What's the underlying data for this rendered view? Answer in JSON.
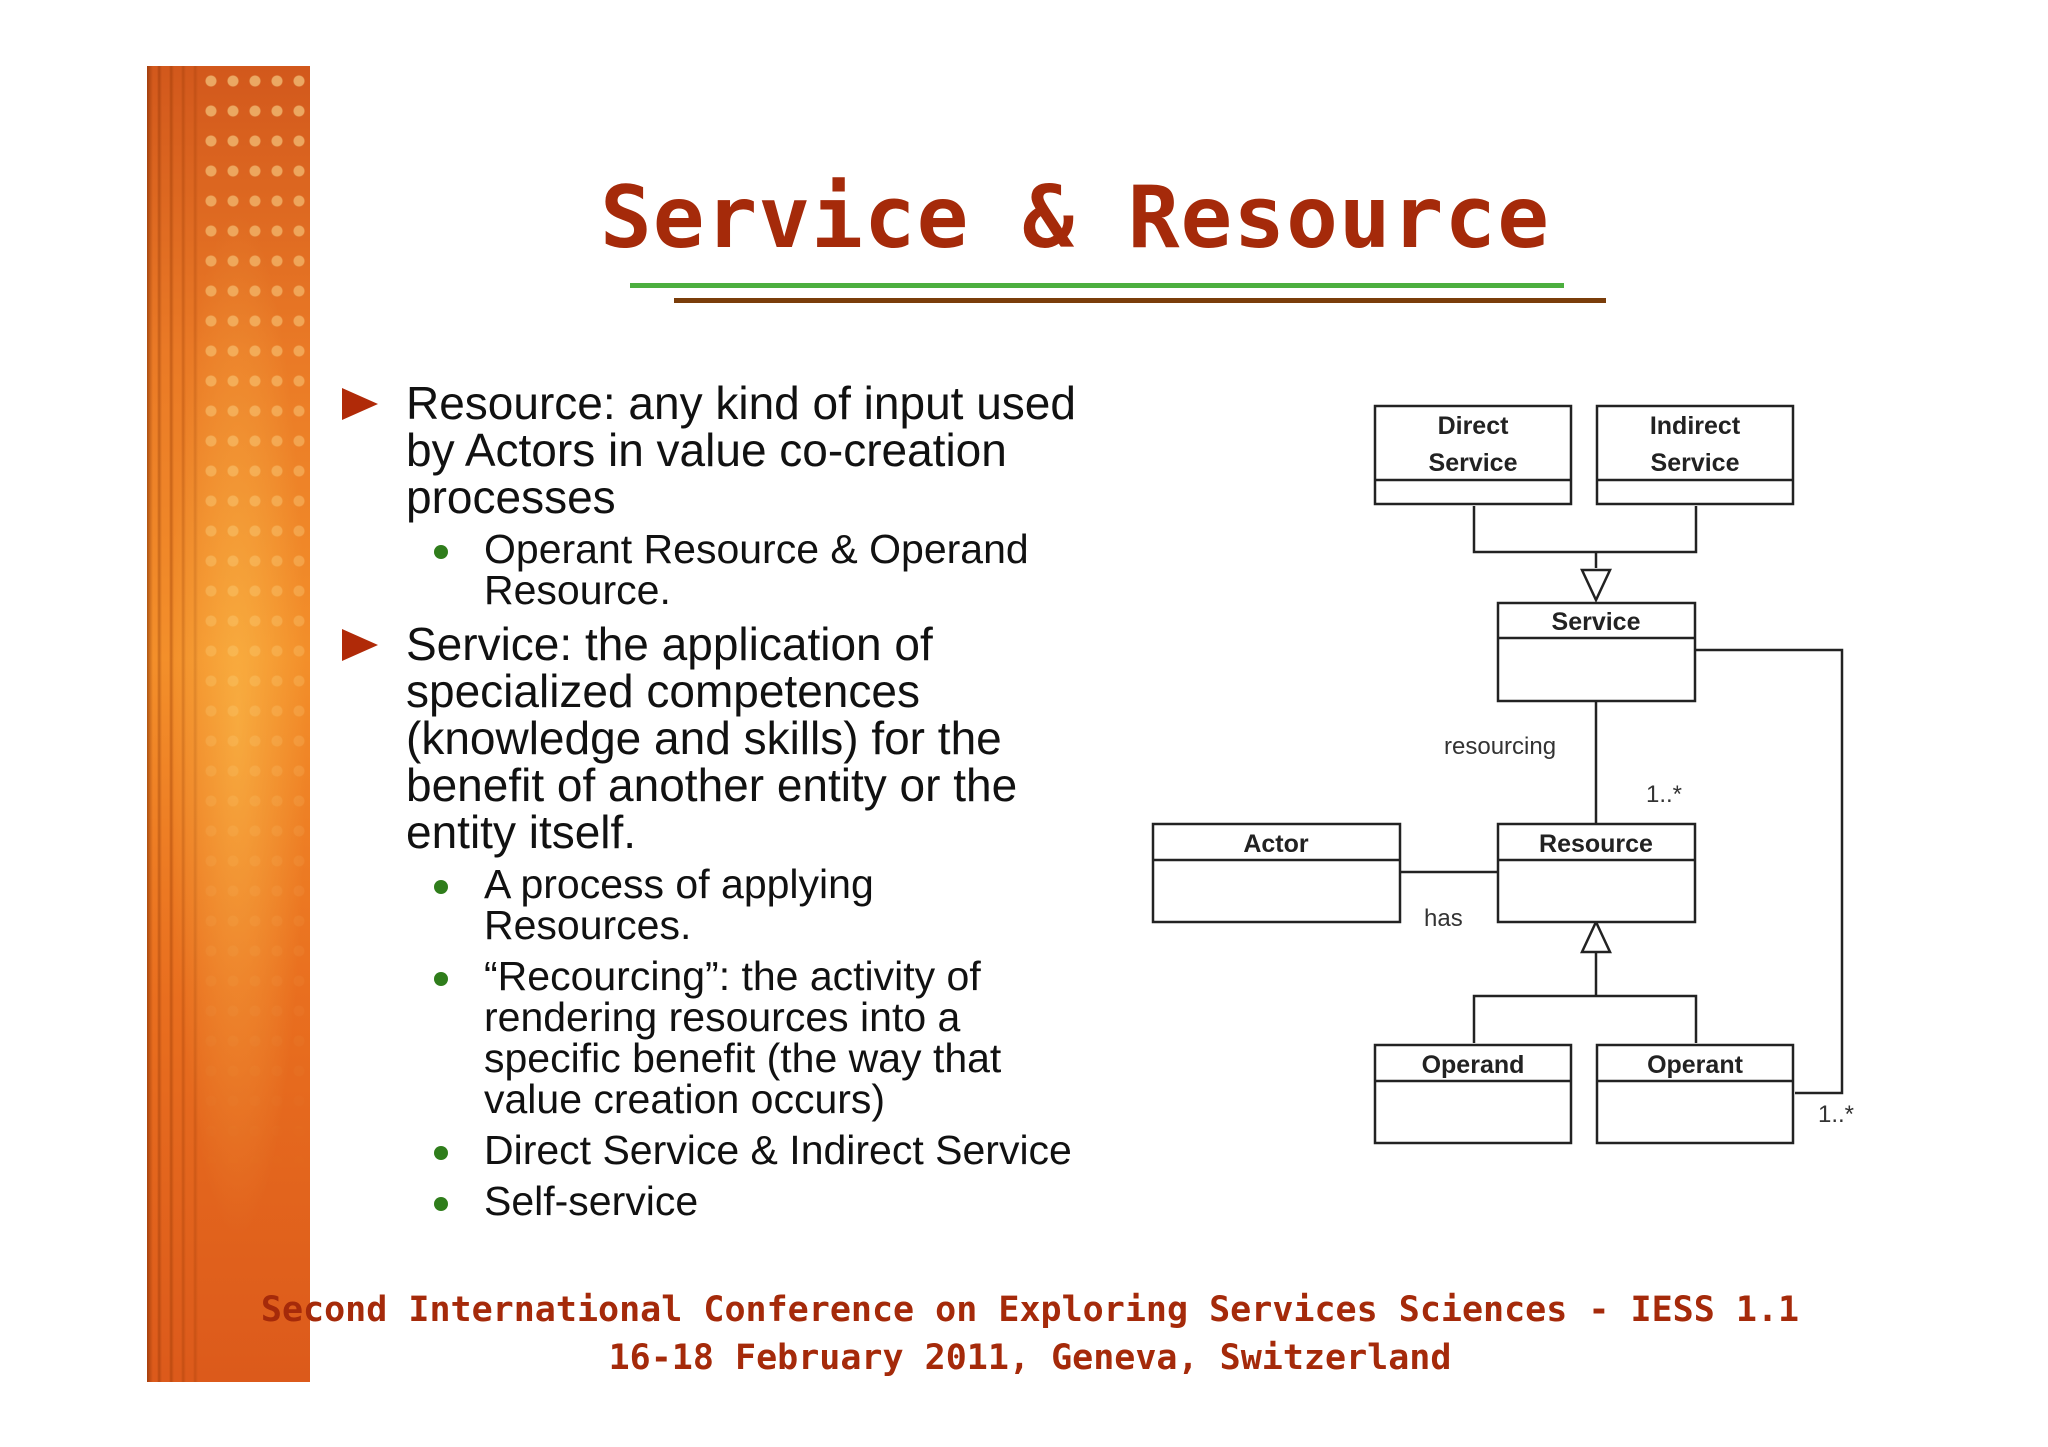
{
  "slide": {
    "title": "Service & Resource",
    "bullets": [
      {
        "text": "Resource: any kind of input used by Actors in value co-creation processes",
        "lines": [
          "Resource: any kind of input used",
          "by Actors in value co-creation",
          "processes"
        ],
        "sub": [
          {
            "lines": [
              "Operant Resource & Operand",
              "Resource."
            ]
          }
        ]
      },
      {
        "text": "Service: the application of specialized competences (knowledge and skills) for the benefit of another entity or the entity itself.",
        "lines": [
          "Service: the application of",
          "specialized competences",
          "(knowledge and skills) for the",
          "benefit of another entity or the",
          "entity itself."
        ],
        "sub": [
          {
            "lines": [
              "A process of applying",
              "Resources."
            ]
          },
          {
            "lines": [
              "“Recourcing”: the activity of",
              "rendering resources into a",
              "specific benefit (the way that",
              "value creation occurs)"
            ]
          },
          {
            "lines": [
              "Direct Service & Indirect Service"
            ]
          },
          {
            "lines": [
              "Self-service"
            ]
          }
        ]
      }
    ],
    "footer": {
      "line1": "Second International Conference on Exploring Services Sciences - IESS 1.1",
      "line2": "16-18 February 2011, Geneva, Switzerland"
    }
  },
  "diagram": {
    "classes": {
      "direct_service": [
        "Direct",
        "Service"
      ],
      "indirect_service": [
        "Indirect",
        "Service"
      ],
      "service": "Service",
      "actor": "Actor",
      "resource": "Resource",
      "operand": "Operand",
      "operant": "Operant"
    },
    "labels": {
      "resourcing": "resourcing",
      "has": "has",
      "mult_resource": "1..*",
      "mult_operant": "1..*"
    }
  }
}
